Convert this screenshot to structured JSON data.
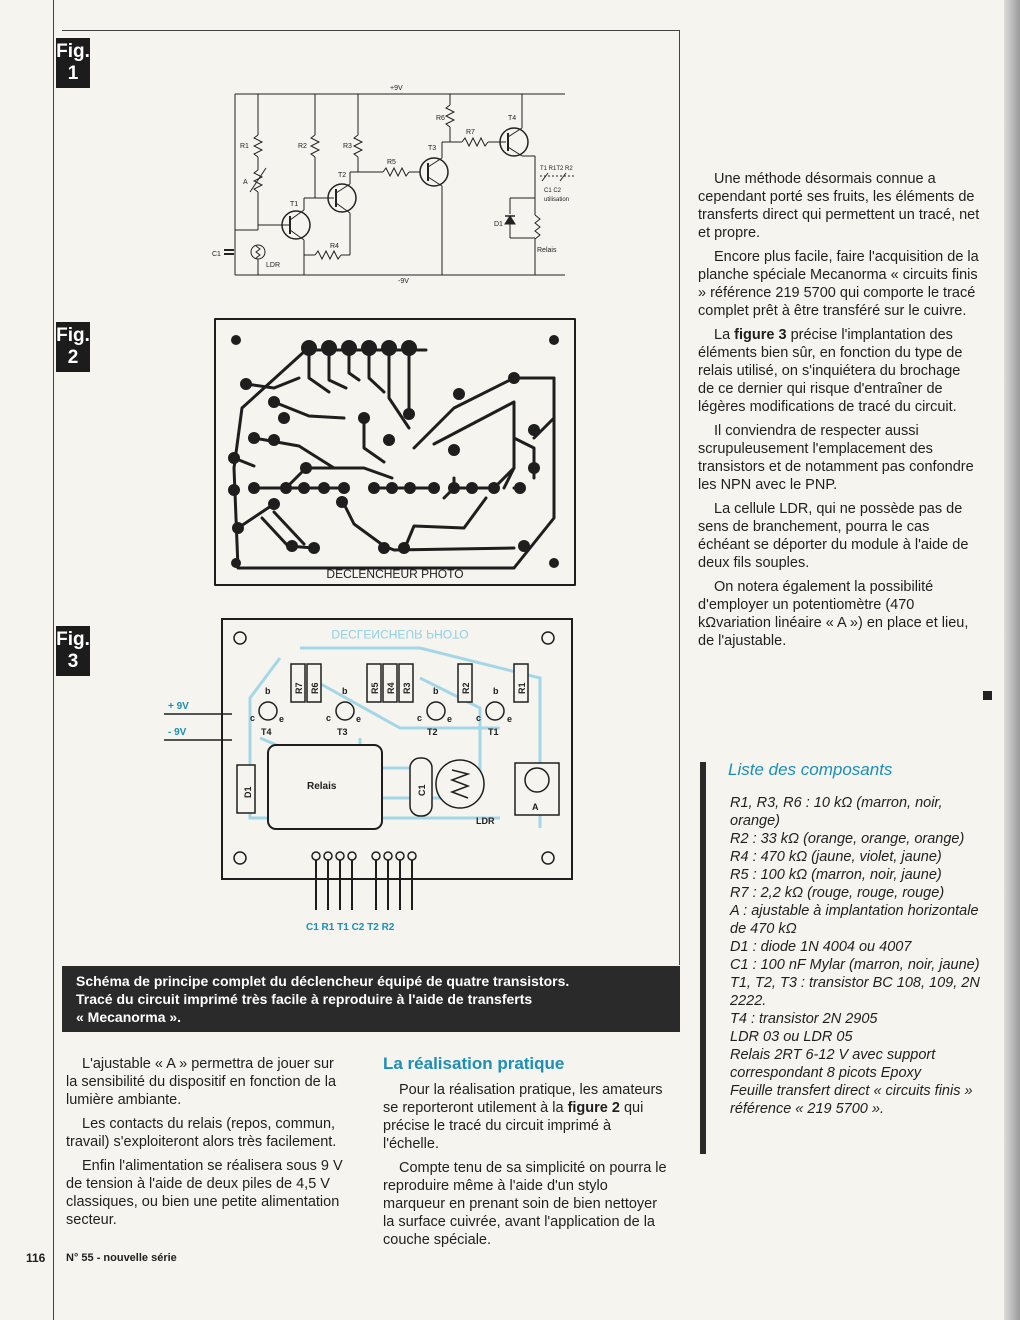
{
  "fig_labels": {
    "fig1": {
      "word": "Fig.",
      "num": "1"
    },
    "fig2": {
      "word": "Fig.",
      "num": "2"
    },
    "fig3": {
      "word": "Fig.",
      "num": "3"
    }
  },
  "schematic": {
    "supply_pos": "+9V",
    "supply_neg": "-9V",
    "resistors": [
      "R1",
      "R2",
      "R3",
      "R4",
      "R5",
      "R6",
      "R7"
    ],
    "adjustable": "A",
    "transistors": [
      "T1",
      "T2",
      "T3",
      "T4"
    ],
    "diode": "D1",
    "capacitor": "C1",
    "ldr": "LDR",
    "relay": "Relais",
    "contacts_top": "T1 R1T2 R2",
    "contacts_bottom": "C1  C2",
    "usage": "utilisation"
  },
  "pcb_title": "DECLENCHEUR PHOTO",
  "pcb_ghost_title": "DECLENCHEUR PHOTO",
  "implantation": {
    "supply_pos": "+ 9V",
    "supply_neg": "- 9V",
    "resistors": [
      "R7",
      "R6",
      "R5",
      "R4",
      "R3",
      "R2",
      "R1"
    ],
    "transistors": [
      "T4",
      "T3",
      "T2",
      "T1"
    ],
    "pin_b": "b",
    "pin_c": "c",
    "pin_e": "e",
    "relay": "Relais",
    "diode": "D1",
    "capacitor": "C1",
    "ldr": "LDR",
    "adjustable": "A",
    "terminals": "C1 R1  T1  C2 T2 R2"
  },
  "caption": [
    "Schéma de principe complet du déclencheur équipé de quatre transistors.",
    "Tracé du circuit imprimé très facile à reproduire à l'aide de transferts",
    "« Mecanorma »."
  ],
  "right_column": [
    "Une méthode désormais connue a cependant porté ses fruits, les éléments de transferts direct qui permettent un tracé, net et propre.",
    "Encore plus facile, faire l'acquisition de la planche spéciale Mecanorma « circuits finis » référence 219 5700 qui comporte le tracé complet prêt à être transféré sur le cuivre.",
    "précise l'implantation des éléments bien sûr, en fonction du type de relais utilisé, on s'inquiétera du brochage de ce dernier qui risque d'entraîner de légères modifications de tracé du circuit.",
    "Il conviendra de respecter aussi scrupuleusement l'emplacement des transistors et de notamment pas confondre les NPN avec le PNP.",
    "La cellule LDR, qui ne possède pas de sens de branchement, pourra le cas échéant se déporter du module à l'aide de deux fils souples.",
    "On notera également la possibilité d'employer un potentiomètre (470 kΩvariation linéaire « A ») en place et lieu, de l'ajustable."
  ],
  "fig3_lead": "La",
  "fig3_bold": "figure 3",
  "list_title": "Liste des composants",
  "components": [
    "R1, R3, R6 : 10 kΩ (marron, noir, orange)",
    "R2 :  33 kΩ (orange, orange, orange)",
    "R4 : 470 kΩ (jaune, violet, jaune)",
    "R5 : 100 kΩ (marron, noir, jaune)",
    "R7 : 2,2 kΩ (rouge, rouge, rouge)",
    "A : ajustable à implantation horizontale de 470 kΩ",
    "D1 : diode 1N 4004 ou 4007",
    "C1 : 100 nF Mylar (marron, noir, jaune)",
    "T1, T2, T3 : transistor BC 108, 109, 2N 2222.",
    "T4 : transistor 2N 2905",
    "LDR 03 ou LDR 05",
    "Relais 2RT 6-12 V avec support correspondant 8 picots Epoxy",
    "Feuille transfert direct « circuits finis » référence « 219 5700 »."
  ],
  "bottom_left": [
    "L'ajustable « A » permettra de jouer sur la sensibilité du dispositif en fonction de la lumière ambiante.",
    "Les contacts du relais (repos, commun, travail) s'exploiteront alors très facilement.",
    "Enfin l'alimentation se réalisera sous 9 V de tension à l'aide de deux piles de 4,5 V classiques, ou bien une petite alimentation secteur."
  ],
  "middle_heading": "La réalisation pratique",
  "middle_p1_before": "Pour la réalisation pratique, les amateurs se reporteront utilement à la",
  "middle_p1_bold": "figure 2",
  "middle_p1_after": "qui précise le tracé du circuit imprimé à l'échelle.",
  "middle_p2": "Compte tenu de sa simplicité on pourra le reproduire même à l'aide d'un stylo marqueur en prenant soin de bien nettoyer la surface cuivrée, avant l'application de la couche spéciale.",
  "page_number": "116",
  "footer": "N° 55 - nouvelle série",
  "colors": {
    "accent": "#1a8fb8",
    "caption_bg": "#2a2a2a",
    "silk": "#8fd0e6"
  }
}
